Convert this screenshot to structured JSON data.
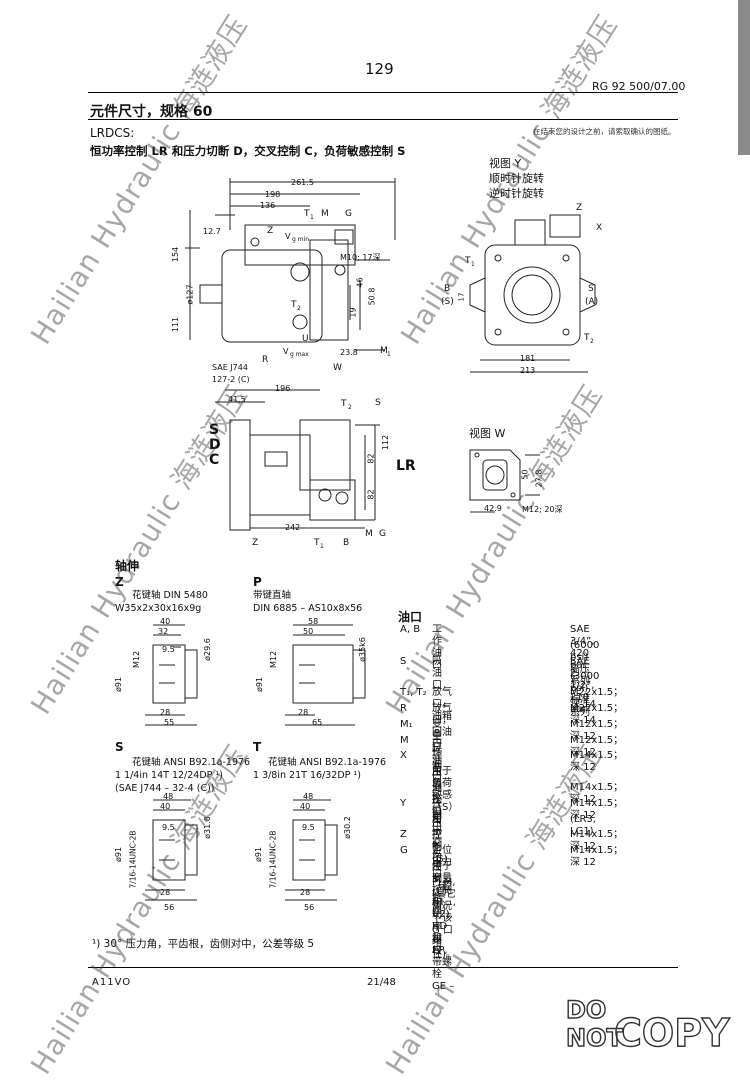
{
  "header": {
    "page_number": "129",
    "doc_ref": "RG 92 500/07.00"
  },
  "title": "元件尺寸，规格 60",
  "subtitle": {
    "code": "LRDCS:",
    "desc": "恒功率控制 LR 和压力切断 D，交叉控制 C，负荷敏感控制 S"
  },
  "notice": "在结束您的设计之前，请索取确认的图纸。",
  "drawing_labels": {
    "top": [
      "261.5",
      "198",
      "136",
      "12.7",
      "154",
      "111",
      "ø127",
      "M10; 17深",
      "46",
      "50.8",
      "19",
      "23.8",
      "SAE J744",
      "127-2 (C)",
      "V",
      "g min",
      "V",
      "g max",
      "T",
      "1",
      "M",
      "G",
      "Z",
      "T",
      "2",
      "R",
      "M",
      "1",
      "U"
    ],
    "front": [
      "196",
      "41.5",
      "T",
      "2",
      "S",
      "112",
      "82",
      "82",
      "242",
      "Z",
      "T",
      "1",
      "B",
      "M",
      "G",
      "W",
      "S",
      "D",
      "C",
      "LR"
    ],
    "view_w": [
      "50",
      "27.8",
      "42.9",
      "M12; 20深"
    ],
    "view_y": [
      "Z",
      "X",
      "T",
      "1",
      "B",
      "(S)",
      "S",
      "(A)",
      "T",
      "2",
      "181",
      "213",
      "17"
    ]
  },
  "view_y": {
    "title": "视图 Y",
    "cw": "顺时针旋转",
    "ccw": "逆时针旋转"
  },
  "view_w": {
    "title": "视图 W"
  },
  "shafts": {
    "heading": "轴伸",
    "Z": {
      "code": "Z",
      "desc1": "花键轴 DIN 5480",
      "desc2": "W35x2x30x16x9g"
    },
    "P": {
      "code": "P",
      "desc1": "带键直轴",
      "desc2": "DIN 6885 – AS10x8x56"
    },
    "S": {
      "code": "S",
      "desc1": "花键轴 ANSI B92.1a-1976",
      "desc2": "1 1/4in 14T 12/24DP ¹)",
      "desc3": "(SAE J744 – 32-4 (C))"
    },
    "T": {
      "code": "T",
      "desc1": "花键轴 ANSI B92.1a-1976",
      "desc2": "1 3/8in 21T 16/32DP ¹)"
    },
    "dims": {
      "Z": [
        "40",
        "32",
        "9.5",
        "M12",
        "ø29.6",
        "ø91",
        "28",
        "55"
      ],
      "P": [
        "58",
        "50",
        "ø35k6",
        "M12",
        "ø91",
        "28",
        "65"
      ],
      "S": [
        "48",
        "40",
        "9.5",
        "7/16-14UNC-2B",
        "ø31.8",
        "ø91",
        "28",
        "56"
      ],
      "T": [
        "48",
        "40",
        "9.5",
        "7/16-14UNC-2B",
        "ø30.2",
        "ø91",
        "28",
        "56"
      ]
    }
  },
  "ports": {
    "heading": "油口",
    "rows": [
      {
        "code": "A, B",
        "desc": "工作油口",
        "spec": "SAE 3/4”, 420 bar"
      },
      {
        "code": "",
        "desc": "",
        "spec": "(6000 psi) 高压系列"
      },
      {
        "code": "S",
        "desc": "吸油口",
        "spec": "SAE 2 1/2”, 210 bar"
      },
      {
        "code": "",
        "desc": "",
        "spec": "(3000 psi) 标准系列"
      },
      {
        "code": "T₁, T₂",
        "desc": "放气口，油箱",
        "spec": "M22x1.5；深 14"
      },
      {
        "code": "R",
        "desc": "放气口，回油口",
        "spec": "M22x1.5；深 14"
      },
      {
        "code": "M₁",
        "desc": "变量缸测压口",
        "spec": "M12x1.5；深 12"
      },
      {
        "code": "M",
        "desc": "工作油口测压口",
        "spec": "M12x1.5；深 12"
      },
      {
        "code": "X",
        "desc": "控制口",
        "spec": "M14x1.5；深 12"
      },
      {
        "code": "",
        "desc": "用于负荷敏感（S）和",
        "spec": ""
      },
      {
        "code": "",
        "desc": "遥控恒压控制(G)",
        "spec": "M14x1.5；深 12"
      },
      {
        "code": "Y",
        "desc": "控制口",
        "spec": "M14x1.5；深 12"
      },
      {
        "code": "",
        "desc": "用于交叉控制(C)和功率越权",
        "spec": "(LR3, LG1)"
      },
      {
        "code": "Z",
        "desc": "控制口",
        "spec": "M14x1.5；深 12"
      },
      {
        "code": "G",
        "desc": "定位压力口（控制阀）",
        "spec": "M14x1.5；深 12"
      },
      {
        "code": "",
        "desc": "用于变量控制(H..., U2), HD 和 EP, 带螺栓 GE –",
        "spec": ""
      },
      {
        "code": "",
        "desc": "PLM, (其它情况下该 G 口堵住)。",
        "spec": ""
      }
    ]
  },
  "footnote": "¹) 30° 压力角，平齿根，齿侧对中，公差等级 5",
  "footer": {
    "left": "A11VO",
    "mid": "21/48"
  },
  "watermark": "Hailian Hydraulic 海涟液压",
  "stamp": {
    "line1": "DO",
    "line2": "NOT",
    "word": "COPY"
  }
}
